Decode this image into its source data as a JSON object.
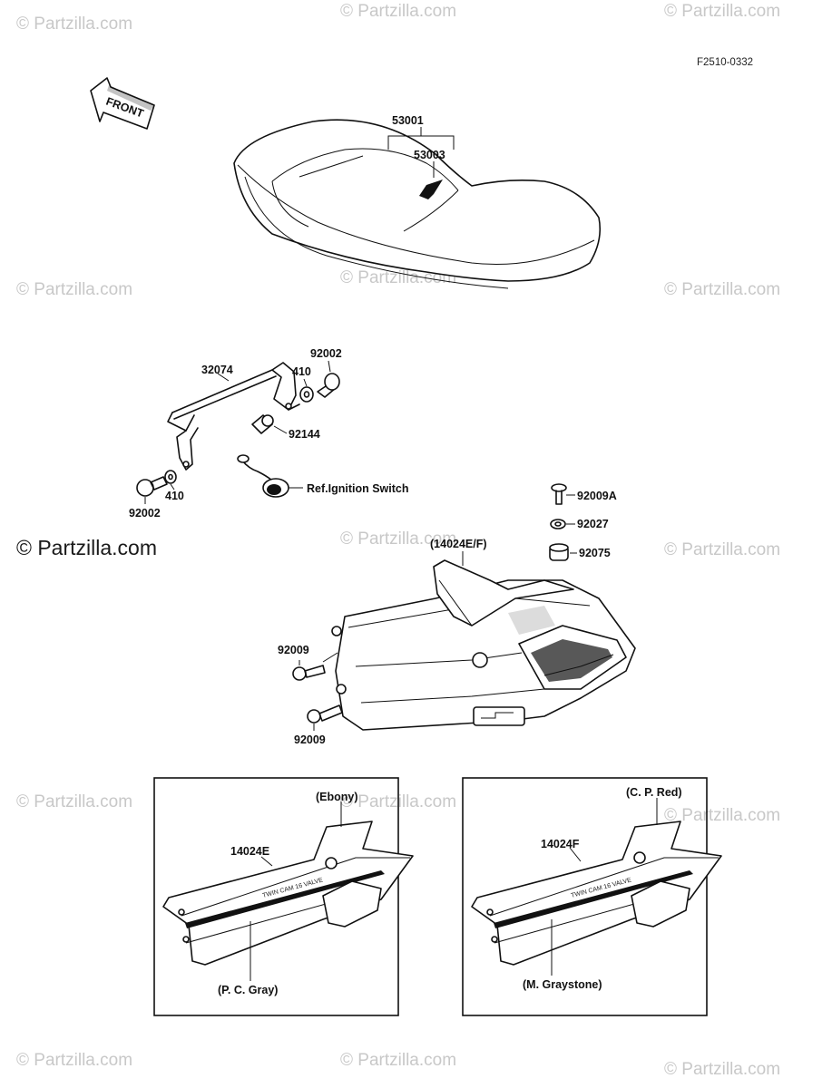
{
  "diagram_code": "F2510-0332",
  "front_arrow_label": "FRONT",
  "watermark_text": "© Partzilla.com",
  "parts": {
    "seat": "53001",
    "seat_emblem": "53003",
    "bracket": "32074",
    "washer_top": "410",
    "bolt_top": "92002",
    "collar": "92144",
    "bolt_bottom": "92002",
    "washer_bottom": "410",
    "ignition_ref": "Ref.Ignition Switch",
    "bolt_cover_top": "92009A",
    "washer_cover": "92027",
    "grommet": "92075",
    "cover_assembly": "(14024E/F)",
    "screw_upper": "92009",
    "screw_lower": "92009"
  },
  "variant_left": {
    "part_number": "14024E",
    "top_color": "(Ebony)",
    "bottom_color": "(P. C. Gray)"
  },
  "variant_right": {
    "part_number": "14024F",
    "top_color": "(C. P. Red)",
    "bottom_color": "(M. Graystone)"
  },
  "stripe_text": "TWIN CAM 16 VALVE"
}
